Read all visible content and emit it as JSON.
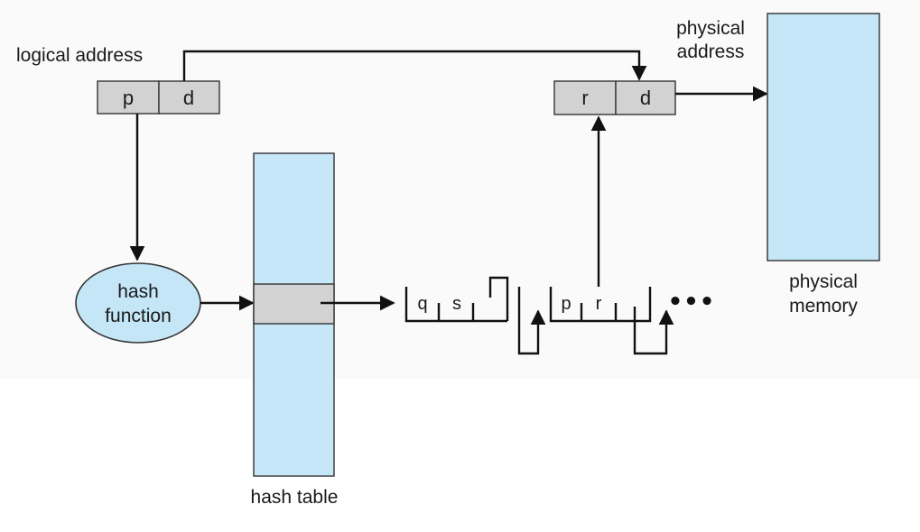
{
  "labels": {
    "logical_address": "logical address",
    "physical_address_line1": "physical",
    "physical_address_line2": "address",
    "physical_memory_line1": "physical",
    "physical_memory_line2": "memory",
    "hash_function_line1": "hash",
    "hash_function_line2": "function",
    "hash_table": "hash table"
  },
  "logical_address": {
    "page": "p",
    "offset": "d"
  },
  "physical_address": {
    "frame": "r",
    "offset": "d"
  },
  "chain": {
    "node1": {
      "field1": "q",
      "field2": "s"
    },
    "node2": {
      "field1": "p",
      "field2": "r"
    },
    "ellipsis": "•••"
  },
  "colors": {
    "cell_gray": "#d2d2d2",
    "memory_blue": "#c5e7f7",
    "hash_function_fill": "#c4e6f6",
    "line": "#111111"
  }
}
